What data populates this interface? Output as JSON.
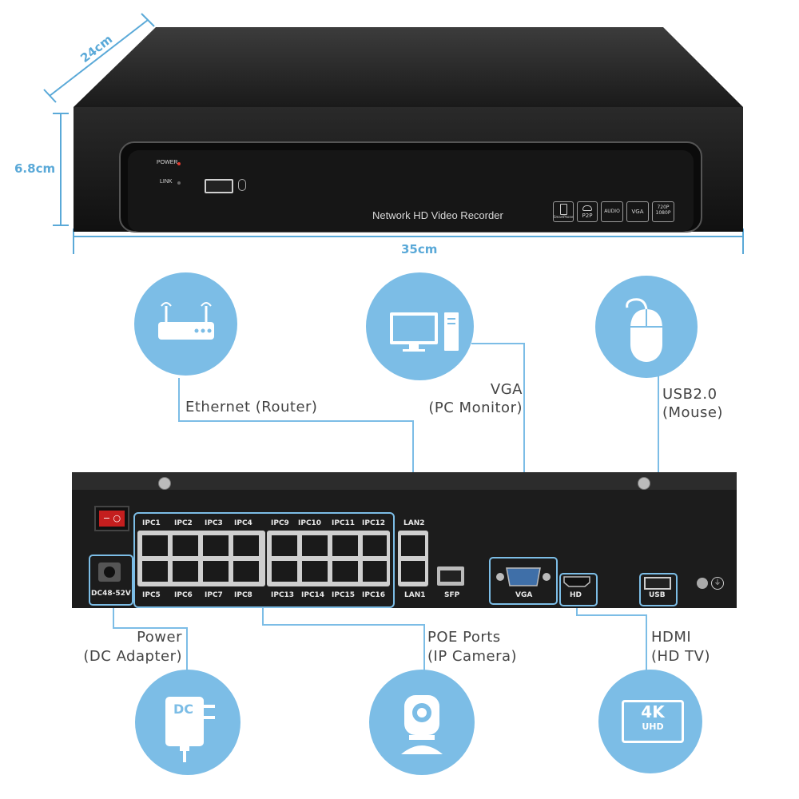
{
  "dimensions": {
    "depth": "24cm",
    "height": "6.8cm",
    "width": "35cm"
  },
  "front_panel": {
    "power_label": "POWER",
    "link_label": "LINK",
    "product_name": "Network HD Video Recorder",
    "badges": [
      "P2P",
      "AUDIO",
      "VGA",
      "720P",
      "1080P"
    ],
    "badge_smartphone": "SmartPhone"
  },
  "callouts": {
    "ethernet": "Ethernet (Router)",
    "vga_line1": "VGA",
    "vga_line2": "(PC Monitor)",
    "usb_line1": "USB2.0",
    "usb_line2": "(Mouse)",
    "power_line1": "Power",
    "power_line2": "(DC Adapter)",
    "poe_line1": "POE Ports",
    "poe_line2": "(IP Camera)",
    "hdmi_line1": "HDMI",
    "hdmi_line2": "(HD TV)"
  },
  "rear_panel": {
    "ports_top": [
      "IPC1",
      "IPC2",
      "IPC3",
      "IPC4",
      "IPC9",
      "IPC10",
      "IPC11",
      "IPC12"
    ],
    "ports_bottom": [
      "IPC5",
      "IPC6",
      "IPC7",
      "IPC8",
      "IPC13",
      "IPC14",
      "IPC15",
      "IPC16"
    ],
    "lan2": "LAN2",
    "lan1": "LAN1",
    "sfp": "SFP",
    "dc_input": "DC48-52V",
    "vga": "VGA",
    "hd": "HD",
    "usb": "USB"
  },
  "icons": {
    "dc_icon_text": "DC",
    "uhd_top": "4K",
    "uhd_bottom": "UHD"
  },
  "colors": {
    "accent": "#5aa9d8",
    "circle": "#7cbde6",
    "line": "#7cbde6",
    "chassis": "#1c1c1c"
  }
}
